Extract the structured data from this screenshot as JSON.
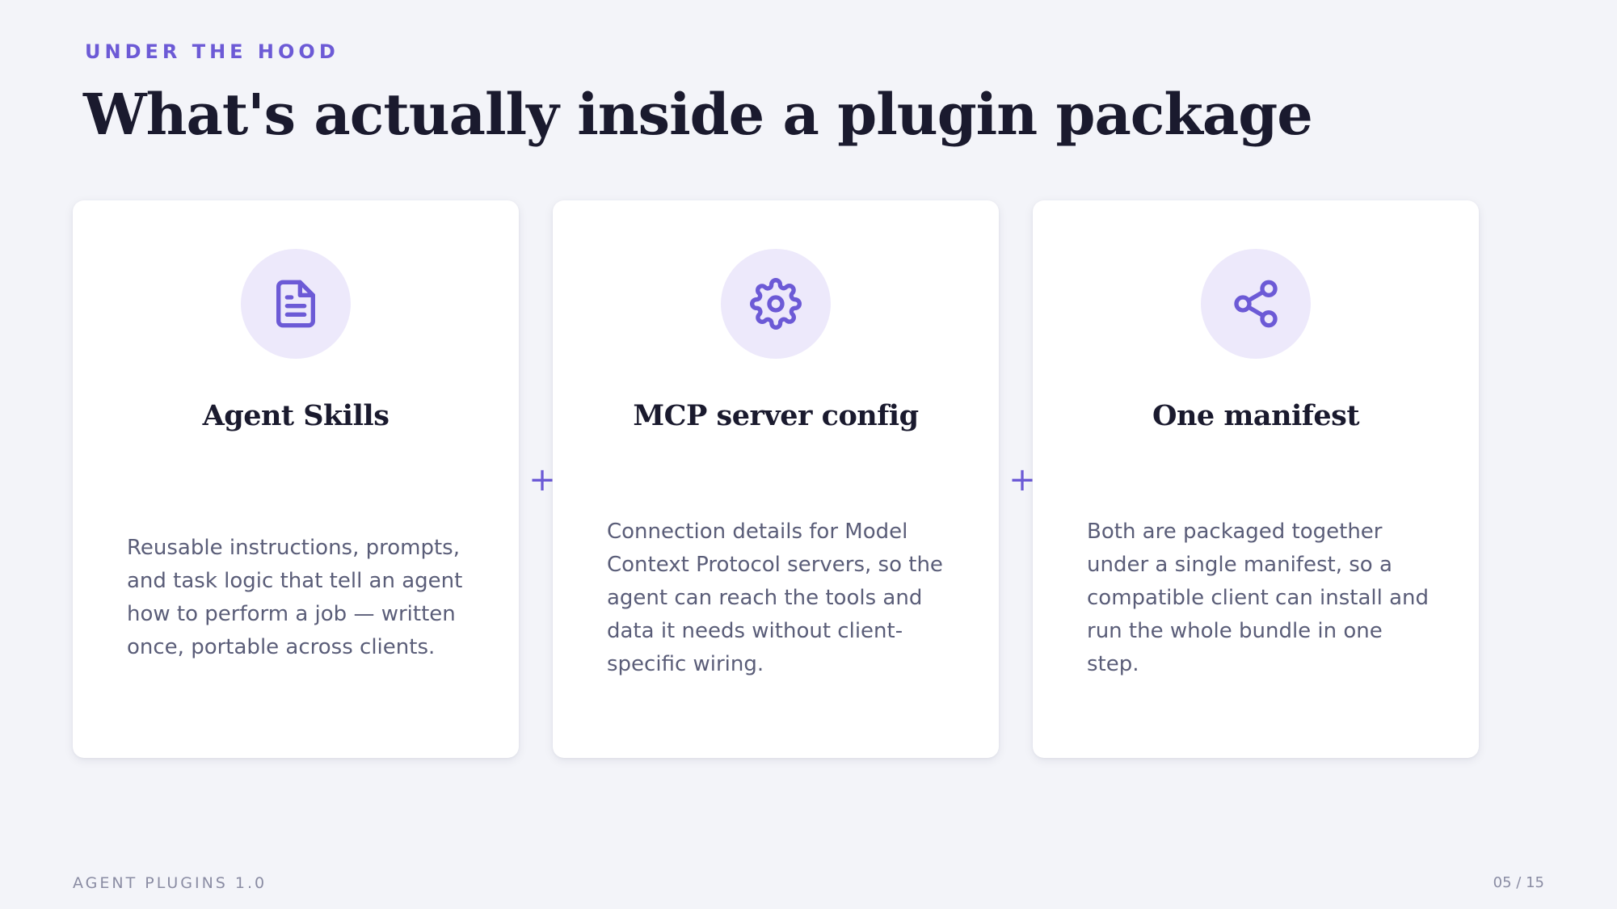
{
  "header": {
    "eyebrow": "UNDER THE HOOD",
    "title": "What's actually inside a plugin package"
  },
  "cards": [
    {
      "icon": "document-icon",
      "title": "Agent Skills",
      "body": "Reusable instructions, prompts, and task logic that tell an agent how to perform a job — written once, portable across clients."
    },
    {
      "icon": "gear-icon",
      "title": "MCP server config",
      "body": "Connection details for Model Context Protocol servers, so the agent can reach the tools and data it needs without client-specific wiring."
    },
    {
      "icon": "share-icon",
      "title": "One manifest",
      "body": "Both are packaged together under a single manifest, so a compatible client can install and run the whole bundle in one step."
    }
  ],
  "connectors": [
    "+",
    "+"
  ],
  "footer": {
    "deck_name": "AGENT PLUGINS 1.0",
    "page": "05 / 15"
  },
  "colors": {
    "accent": "#6c5ad6",
    "icon_bg": "#ede9fb",
    "title": "#1a1a2e",
    "body": "#5a5d78",
    "background": "#f3f4f9"
  }
}
